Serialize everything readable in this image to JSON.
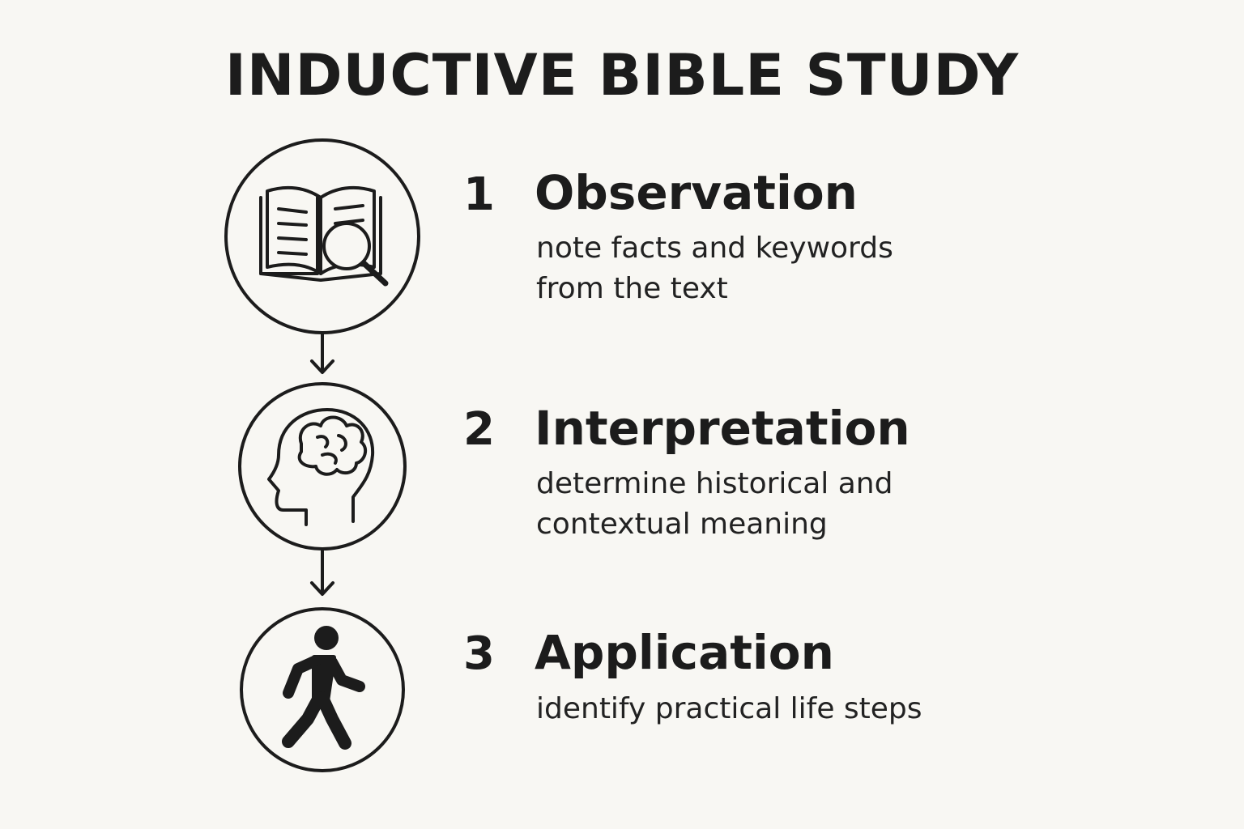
{
  "title": "INDUCTIVE BIBLE STUDY",
  "steps": [
    {
      "number": "1",
      "title": "Observation",
      "description_lines": [
        "note facts and keywords",
        "from the text"
      ],
      "icon": "book-magnifier-icon"
    },
    {
      "number": "2",
      "title": "Interpretation",
      "description_lines": [
        "determine historical and",
        "contextual meaning"
      ],
      "icon": "head-brain-icon"
    },
    {
      "number": "3",
      "title": "Application",
      "description_lines": [
        "identify practical life steps"
      ],
      "icon": "walking-person-icon"
    }
  ],
  "colors": {
    "background": "#f8f7f3",
    "ink": "#1c1c1c"
  }
}
